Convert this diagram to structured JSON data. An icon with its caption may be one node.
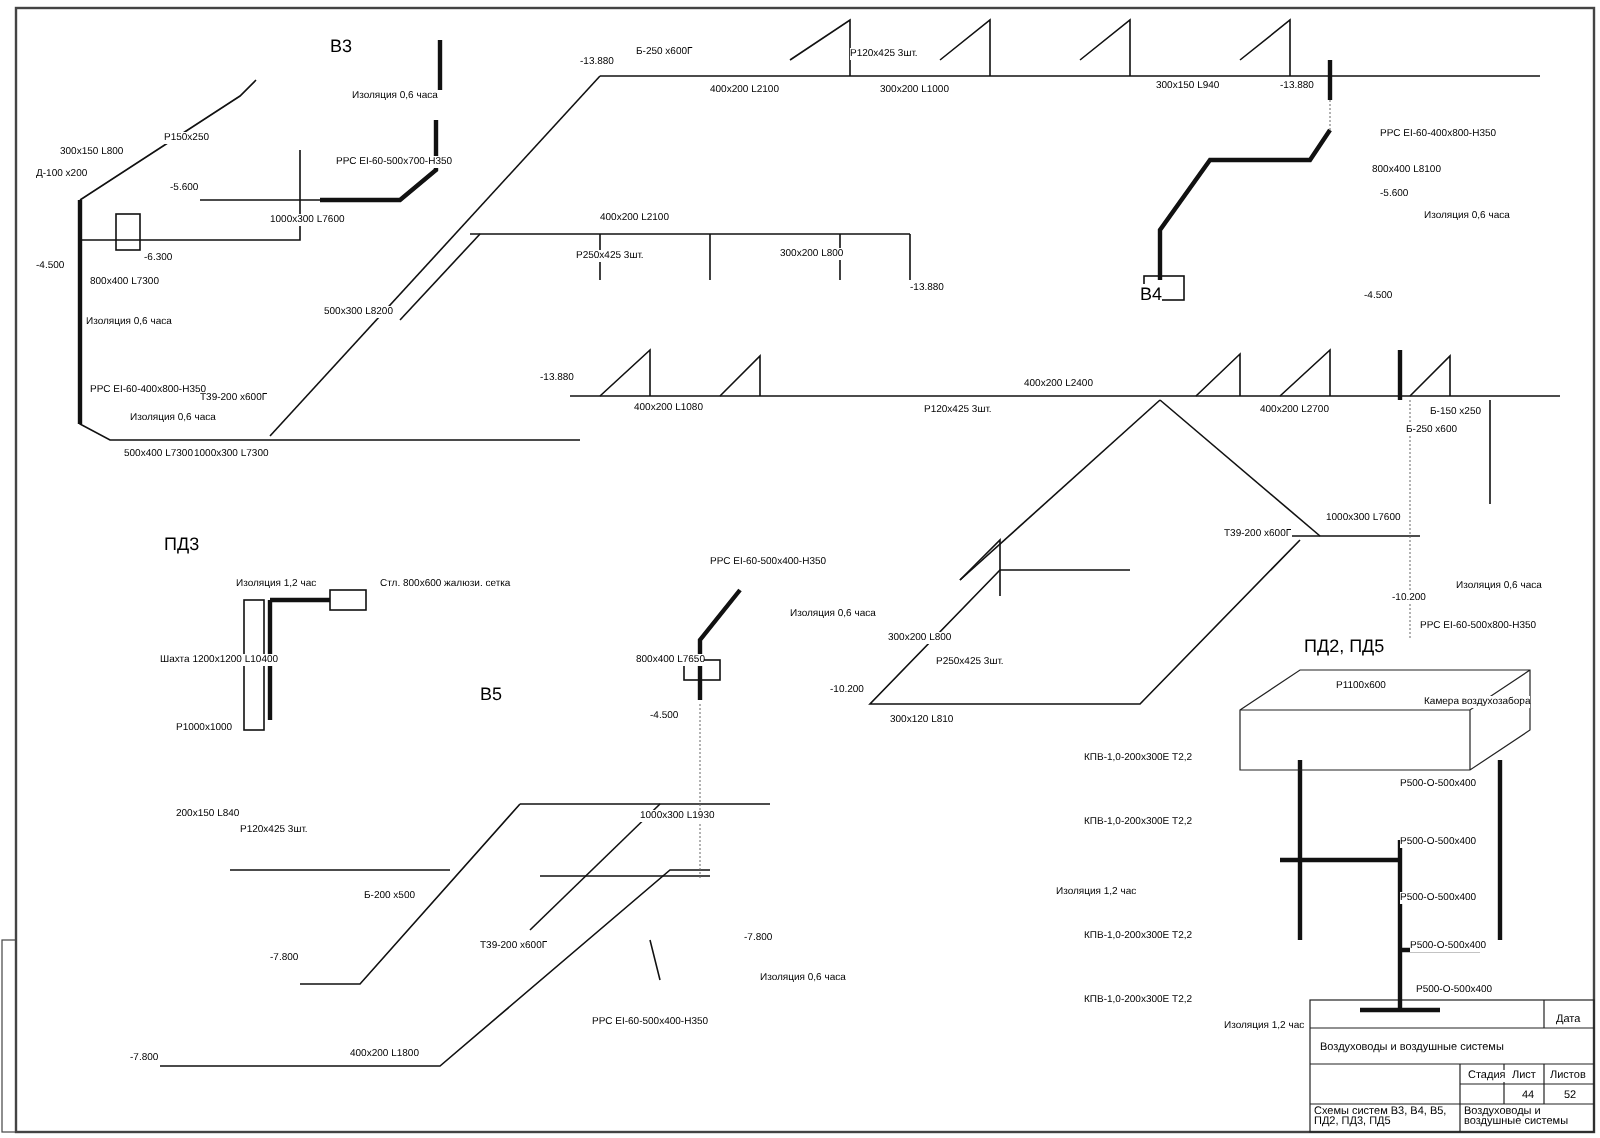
{
  "diagram": {
    "labels": [
      "В3",
      "Изоляция 0,6 часа",
      "РРС EI-60-500х700-H350",
      "-5.600",
      "1000х300 L7600",
      "-6.300",
      "300х150 L800",
      "Р150х250",
      "Д-100 х200",
      "-4.500",
      "800х400 L7300",
      "Изоляция 0,6 часа",
      "РРС EI-60-400х800-H350",
      "Изоляция 0,6 часа",
      "500х400 L7300",
      "1000х300 L7300",
      "Т39-200 х600Г",
      "500х300 L8200",
      "-13.880",
      "Б-250 х600Г",
      "400х200 L2100",
      "300х200 L1000",
      "Р120х425 3шт.",
      "300х150 L940",
      "-13.880",
      "В4",
      "РРС EI-60-400х800-H350",
      "800х400 L8100",
      "Изоляция 0,6 часа",
      "-5.600",
      "-4.500",
      "Б-150 х250",
      "Б-250 х600",
      "400х200 L2100",
      "Р250х425 3шт.",
      "300х200 L800",
      "-13.880",
      "-13.880",
      "400х200 L1080",
      "Р120х425 3шт.",
      "400х200 L2400",
      "400х200 L2700",
      "ПД3",
      "Изоляция 1,2 час",
      "Стл. 800х600 жалюзи. сетка",
      "Шахта 1200х1200 L10400",
      "Р1000х1000",
      "РРС EI-60-500х400-H350",
      "Изоляция 0,6 часа",
      "В5",
      "800х400 L7650",
      "-4.500",
      "-10.200",
      "300х200 L800",
      "Р250х425 3шт.",
      "300х120 L810",
      "1000х300 L7600",
      "Т39-200 х600Г",
      "Изоляция 0,6 часа",
      "РРС EI-60-500х800-H350",
      "-10.200",
      "ПД2, ПД5",
      "Р1100х600",
      "Камера воздухозабора",
      "КПВ-1,0-200х300Е Т2,2",
      "КПВ-1,0-200х300Е Т2,2",
      "КПВ-1,0-200х300Е Т2,2",
      "КПВ-1,0-200х300Е Т2,2",
      "Изоляция 1,2 час",
      "Изоляция 1,2 час",
      "Р500-О-500х400",
      "Р500-О-500х400",
      "Р500-О-500х400",
      "Р500-О-500х400",
      "Р500-О-500х400",
      "1000х300 L1930",
      "Т39-200 х600Г",
      "РРС EI-60-500х400-H350",
      "Изоляция 0,6 часа",
      "-7.800",
      "-7.800",
      "-7.800",
      "400х200 L1800",
      "200х150 L840",
      "Р120х425 3шт.",
      "Б-200 х500",
      "Дата",
      "Воздуховоды и воздушные системы",
      "Стадия",
      "Лист",
      "Листов",
      "44",
      "52",
      "Схемы систем В3, В4, В5, ПД2, ПД3, ПД5",
      "Воздуховоды и воздушные системы"
    ]
  }
}
